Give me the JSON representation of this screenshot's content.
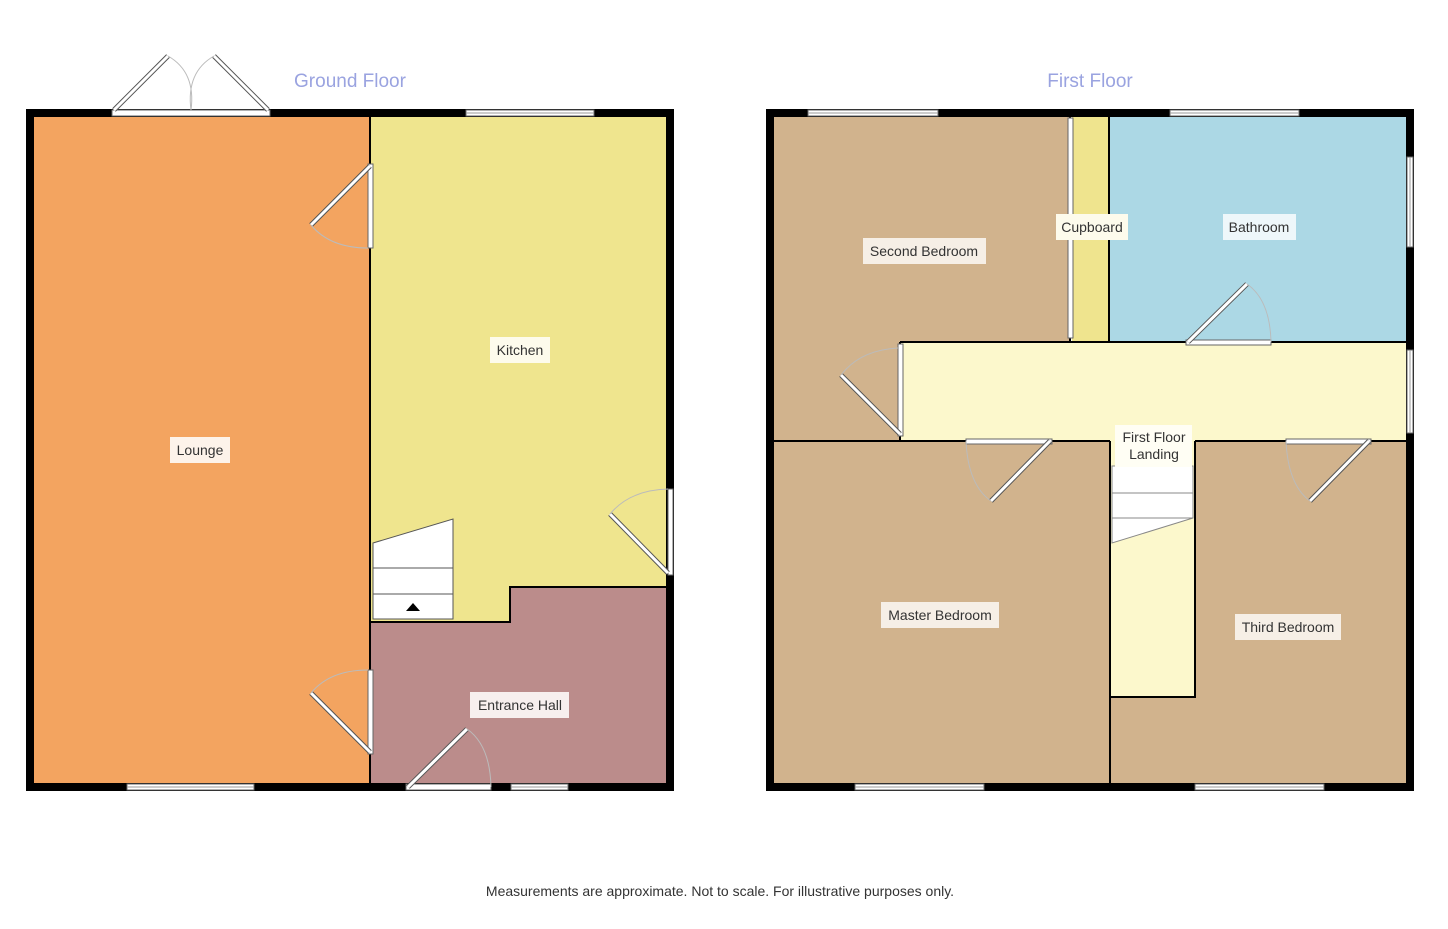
{
  "floors": {
    "ground": {
      "title": "Ground Floor",
      "rooms": {
        "lounge": "Lounge",
        "kitchen": "Kitchen",
        "entrance_hall": "Entrance Hall"
      }
    },
    "first": {
      "title": "First Floor",
      "rooms": {
        "second_bedroom": "Second Bedroom",
        "cupboard": "Cupboard",
        "bathroom": "Bathroom",
        "landing_line1": "First Floor",
        "landing_line2": "Landing",
        "master_bedroom": "Master Bedroom",
        "third_bedroom": "Third Bedroom"
      }
    }
  },
  "footer": "Measurements are approximate. Not to scale. For illustrative purposes only.",
  "colors": {
    "lounge": "#f3a460",
    "kitchen": "#efe58e",
    "entrance_hall": "#bb8c8b",
    "bedroom": "#d1b38d",
    "cupboard": "#efe48e",
    "bathroom": "#acd8e5",
    "landing": "#fcf8cc",
    "wall": "#000000",
    "title": "#9aa3e0"
  }
}
